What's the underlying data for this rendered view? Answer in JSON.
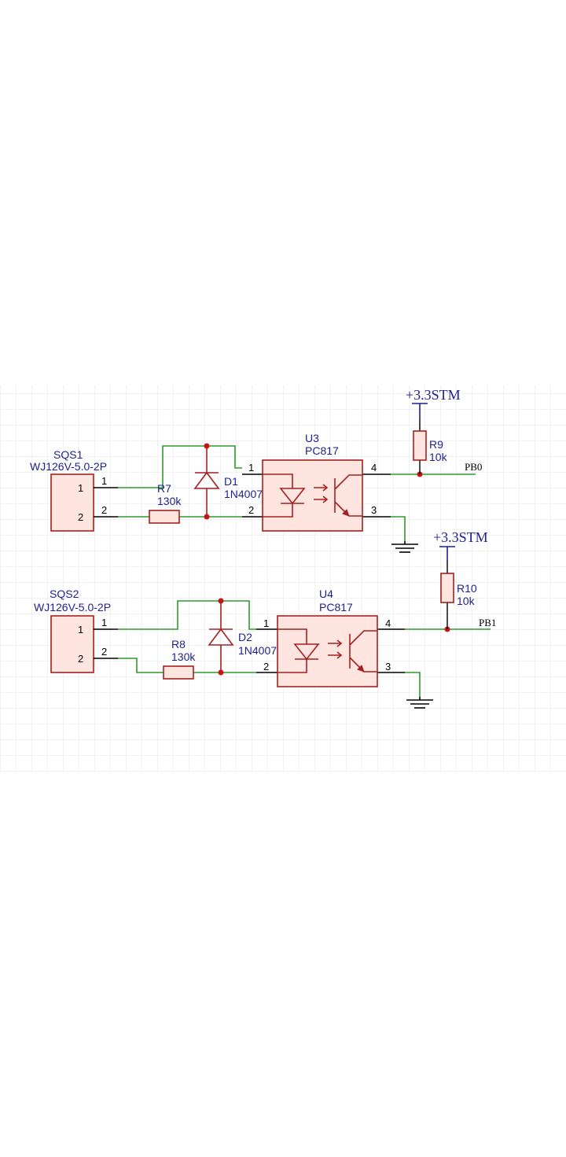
{
  "channels": [
    {
      "connector": {
        "ref": "SQS1",
        "part": "WJ126V-5.0-2P",
        "pins": [
          "1",
          "2"
        ]
      },
      "resistor_in": {
        "ref": "R7",
        "value": "130k"
      },
      "diode": {
        "ref": "D1",
        "part": "1N4007"
      },
      "optocoupler": {
        "ref": "U3",
        "part": "PC817",
        "pins": [
          "1",
          "2",
          "4",
          "3"
        ]
      },
      "pullup": {
        "ref": "R9",
        "value": "10k"
      },
      "power": "+3.3STM",
      "net": "PB0"
    },
    {
      "connector": {
        "ref": "SQS2",
        "part": "WJ126V-5.0-2P",
        "pins": [
          "1",
          "2"
        ]
      },
      "resistor_in": {
        "ref": "R8",
        "value": "130k"
      },
      "diode": {
        "ref": "D2",
        "part": "1N4007"
      },
      "optocoupler": {
        "ref": "U4",
        "part": "PC817",
        "pins": [
          "1",
          "2",
          "4",
          "3"
        ]
      },
      "pullup": {
        "ref": "R10",
        "value": "10k"
      },
      "power": "+3.3STM",
      "net": "PB1"
    }
  ],
  "colors": {
    "component": "#a52020",
    "wire": "#2e9a2e",
    "power": "#1f1f8f",
    "junction": "#c41616",
    "grid": "#e8e8e8"
  }
}
